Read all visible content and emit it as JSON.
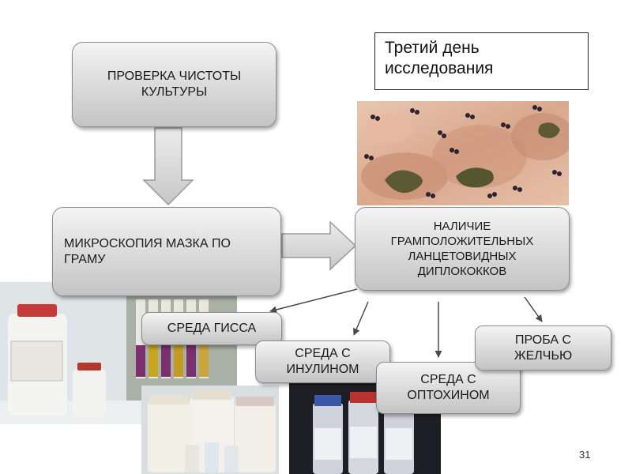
{
  "title": "Третий день\nисследования",
  "boxes": {
    "purity_check": "ПРОВЕРКА ЧИСТОТЫ\nКУЛЬТУРЫ",
    "gram_stain": "МИКРОСКОПИЯ МАЗКА ПО\nГРАМУ",
    "diplococci": "НАЛИЧИЕ\nГРАМПОЛОЖИТЕЛЬНЫХ\nЛАНЦЕТОВИДНЫХ\nДИПЛОКОККОВ",
    "giss_medium": "СРЕДА ГИССА",
    "inulin_medium": "СРЕДА С\nИНУЛИНОМ",
    "optochin_medium": "СРЕДА С\nОПТОХИНОМ",
    "bile_test": "ПРОБА С\nЖЕЛЧЬЮ"
  },
  "page_number": "31",
  "colors": {
    "box_fill_top": "#f4f4f4",
    "box_fill_bottom": "#c4c4c4",
    "arrow_fill": "#d4d4d4",
    "connector": "#4a4a4a"
  }
}
